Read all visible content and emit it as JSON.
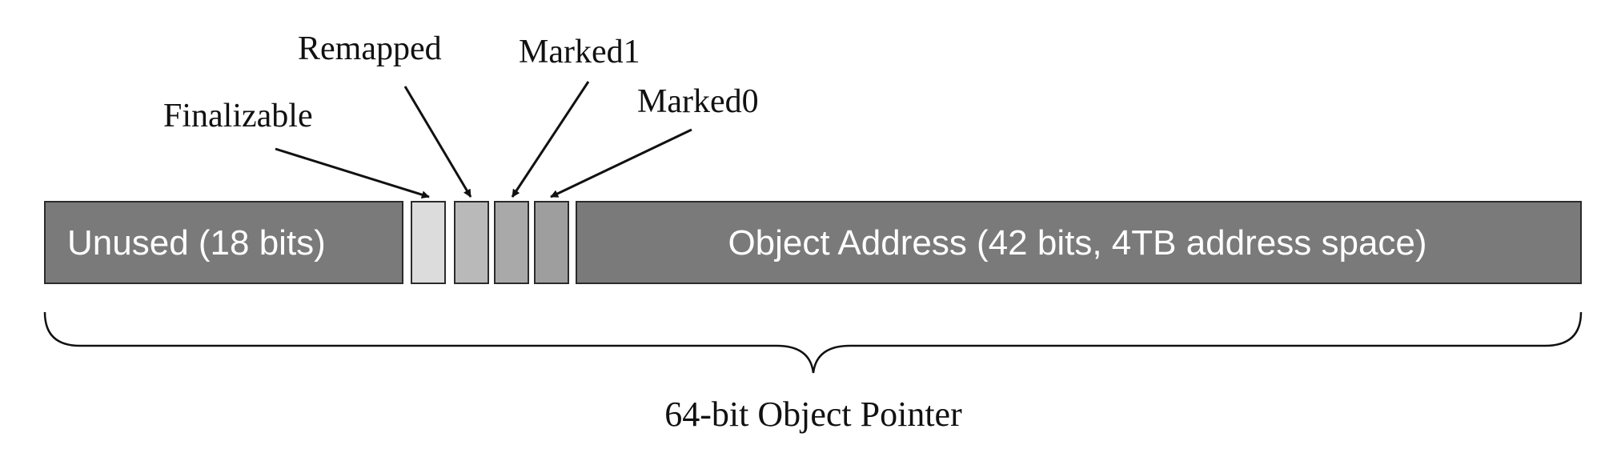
{
  "blocks": {
    "unused": {
      "label": "Unused (18 bits)",
      "color": "#7a7a7a"
    },
    "finalizable": {
      "color": "#dcdcdc"
    },
    "remapped": {
      "color": "#b9b9b9"
    },
    "marked1": {
      "color": "#a9a9a9"
    },
    "marked0": {
      "color": "#9e9e9e"
    },
    "object_address": {
      "label": "Object Address (42 bits, 4TB address space)",
      "color": "#7a7a7a"
    }
  },
  "callouts": {
    "finalizable": "Finalizable",
    "remapped": "Remapped",
    "marked1": "Marked1",
    "marked0": "Marked0"
  },
  "caption": "64-bit Object Pointer"
}
